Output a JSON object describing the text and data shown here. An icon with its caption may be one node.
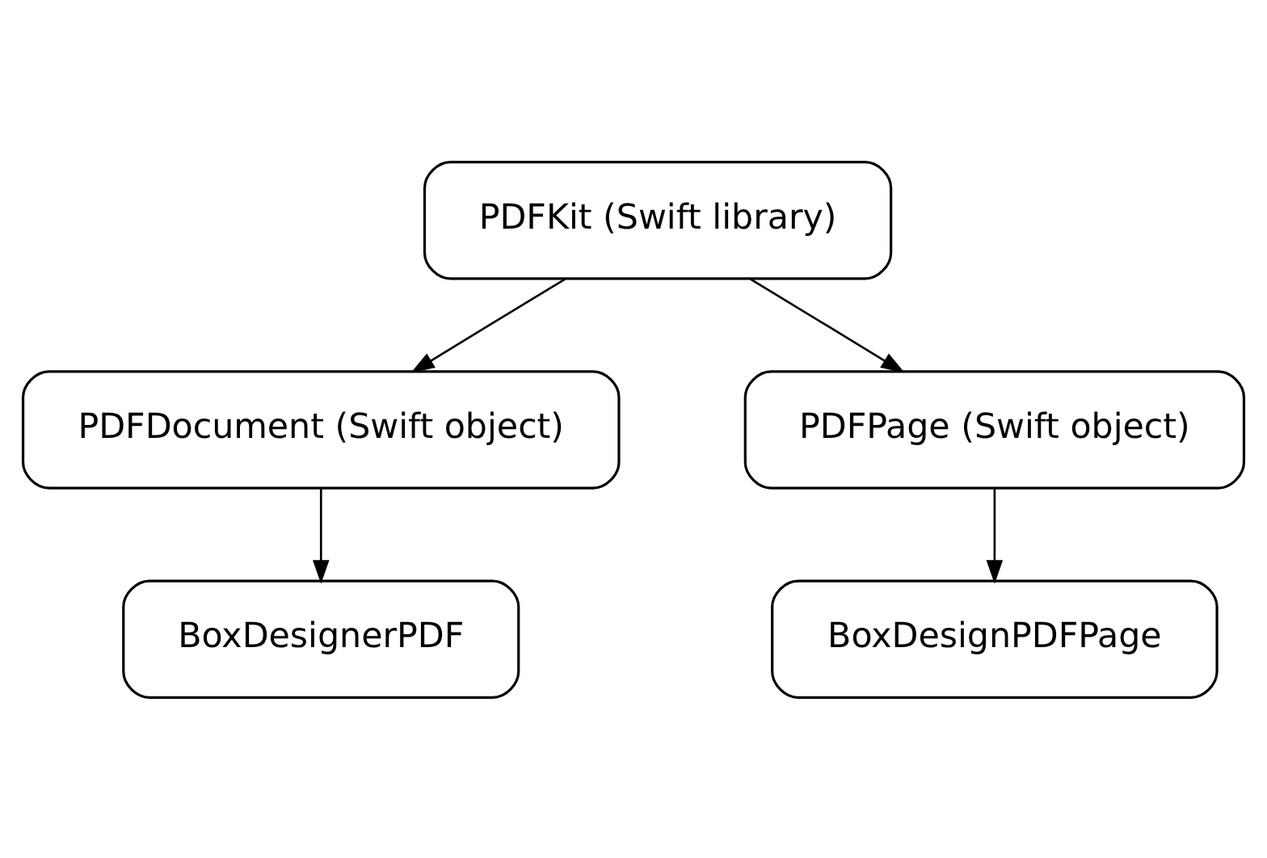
{
  "diagram": {
    "nodes": [
      {
        "text": [
          "PDFKit (Swift library)"
        ]
      },
      {
        "text": [
          "PDFDocument (Swift object)"
        ]
      },
      {
        "text": [
          "PDFPage (Swift object)"
        ]
      },
      {
        "text": [
          "BoxDesignerPDF"
        ]
      },
      {
        "text": [
          "BoxDesignPDFPage"
        ]
      }
    ],
    "edges": [
      {
        "from": 0,
        "to": 1,
        "arrow": "to"
      },
      {
        "from": 0,
        "to": 2,
        "arrow": "to"
      },
      {
        "from": 1,
        "to": 3,
        "arrow": "to"
      },
      {
        "from": 2,
        "to": 4,
        "arrow": "to"
      }
    ]
  }
}
